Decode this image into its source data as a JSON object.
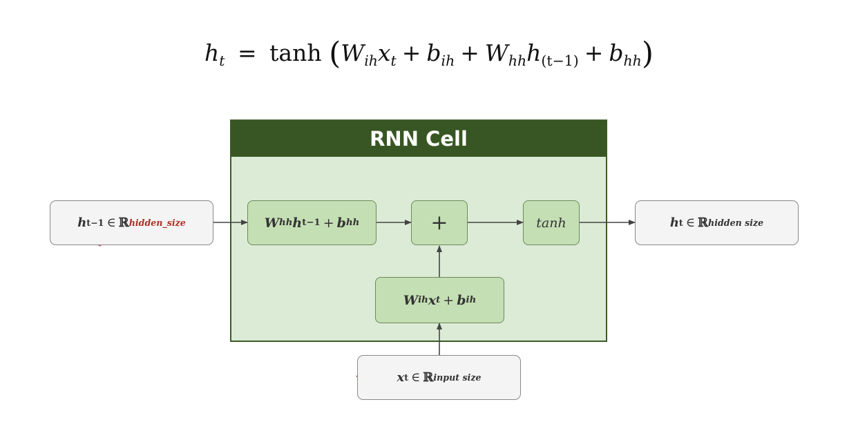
{
  "formula": {
    "lhs": "h",
    "lhs_sub": "t",
    "eq": "=",
    "fn": "tanh",
    "open": "(",
    "w1": "W",
    "w1_sub": "ih",
    "x": "x",
    "x_sub": "t",
    "plus": "+",
    "b1": "b",
    "b1_sub": "ih",
    "w2": "W",
    "w2_sub": "hh",
    "h": "h",
    "h_sub": "(t−1)",
    "b2": "b",
    "b2_sub": "hh",
    "close": ")"
  },
  "cell": {
    "title": "RNN Cell"
  },
  "nodes": {
    "h_prev": {
      "var": "h",
      "sub": "t−1",
      "in": "∈",
      "R": "ℝ",
      "sup": "hidden_size"
    },
    "recurrent": {
      "w": "W",
      "w_sub": "hh",
      "h": "h",
      "h_sub": "t−1",
      "plus": "+",
      "b": "b",
      "b_sub": "hh"
    },
    "sum": {
      "label": "+"
    },
    "tanh": {
      "label": "tanh"
    },
    "input_transform": {
      "w": "W",
      "w_sub": "ih",
      "x": "x",
      "x_sub": "t",
      "plus": "+",
      "b": "b",
      "b_sub": "ih"
    },
    "h_out": {
      "var": "h",
      "sub": "t",
      "in": "∈",
      "R": "ℝ",
      "sup": "hidden size"
    },
    "x_in": {
      "var": "x",
      "sub": "t",
      "in": "∈",
      "R": "ℝ",
      "sup": "input size"
    }
  },
  "colors": {
    "header": "#385623",
    "cell_fill": "#dcebd6",
    "node_fill": "#c5dfb5",
    "io_fill": "#f4f4f4",
    "wire": "#444444",
    "annotation_red": "#c0392b"
  }
}
